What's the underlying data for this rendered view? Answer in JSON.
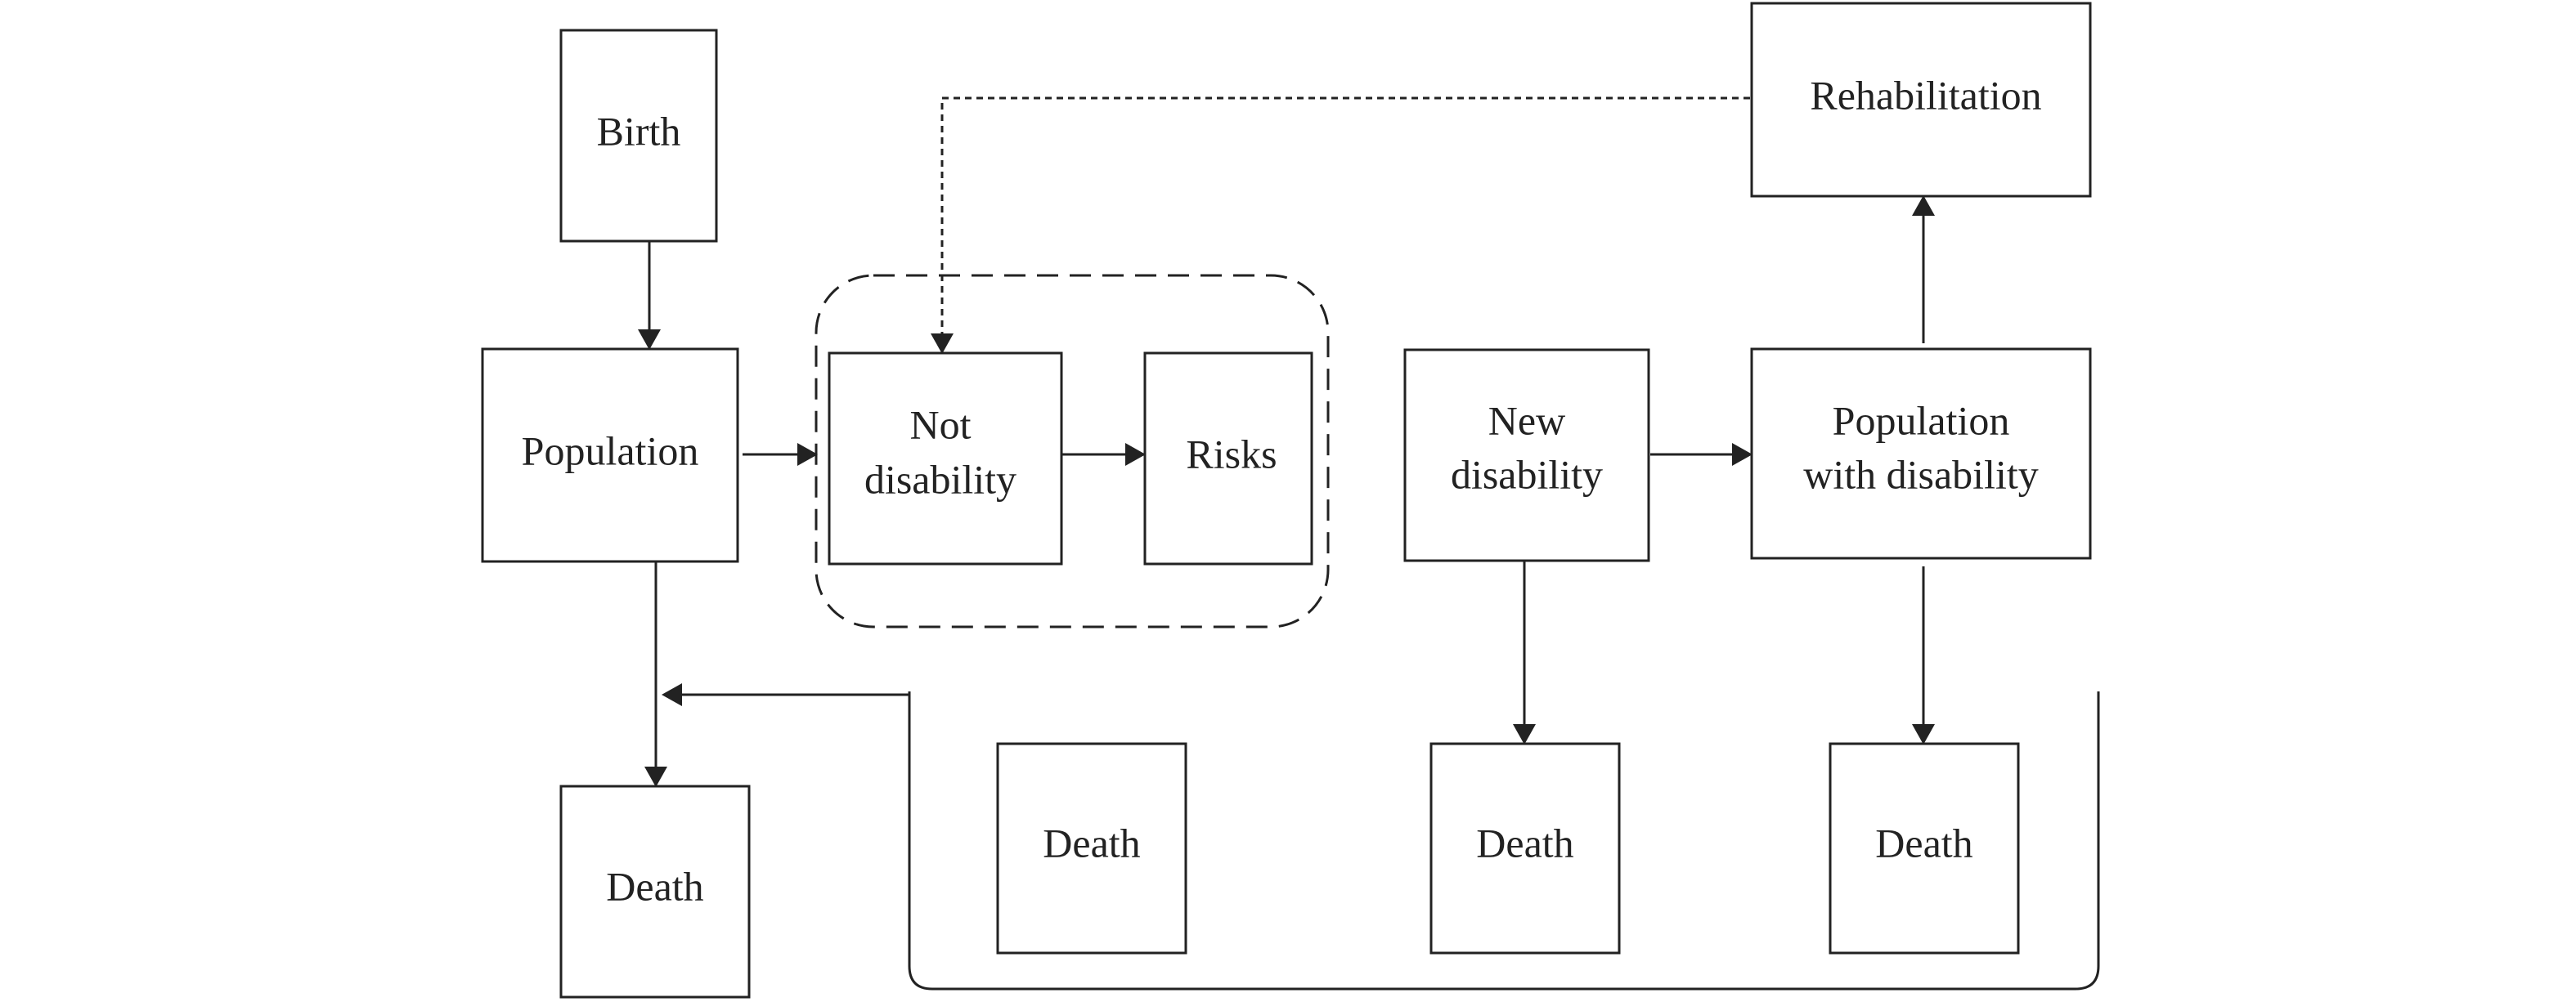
{
  "nodes": {
    "birth": "Birth",
    "population": "Population",
    "not_disability_line1": "Not",
    "not_disability_line2": "disability",
    "risks": "Risks",
    "new_disability_line1": "New",
    "new_disability_line2": "disability",
    "population_with_disability_line1": "Population",
    "population_with_disability_line2": "with disability",
    "rehabilitation": "Rehabilitation",
    "death_1": "Death",
    "death_2": "Death",
    "death_3": "Death",
    "death_4": "Death"
  }
}
